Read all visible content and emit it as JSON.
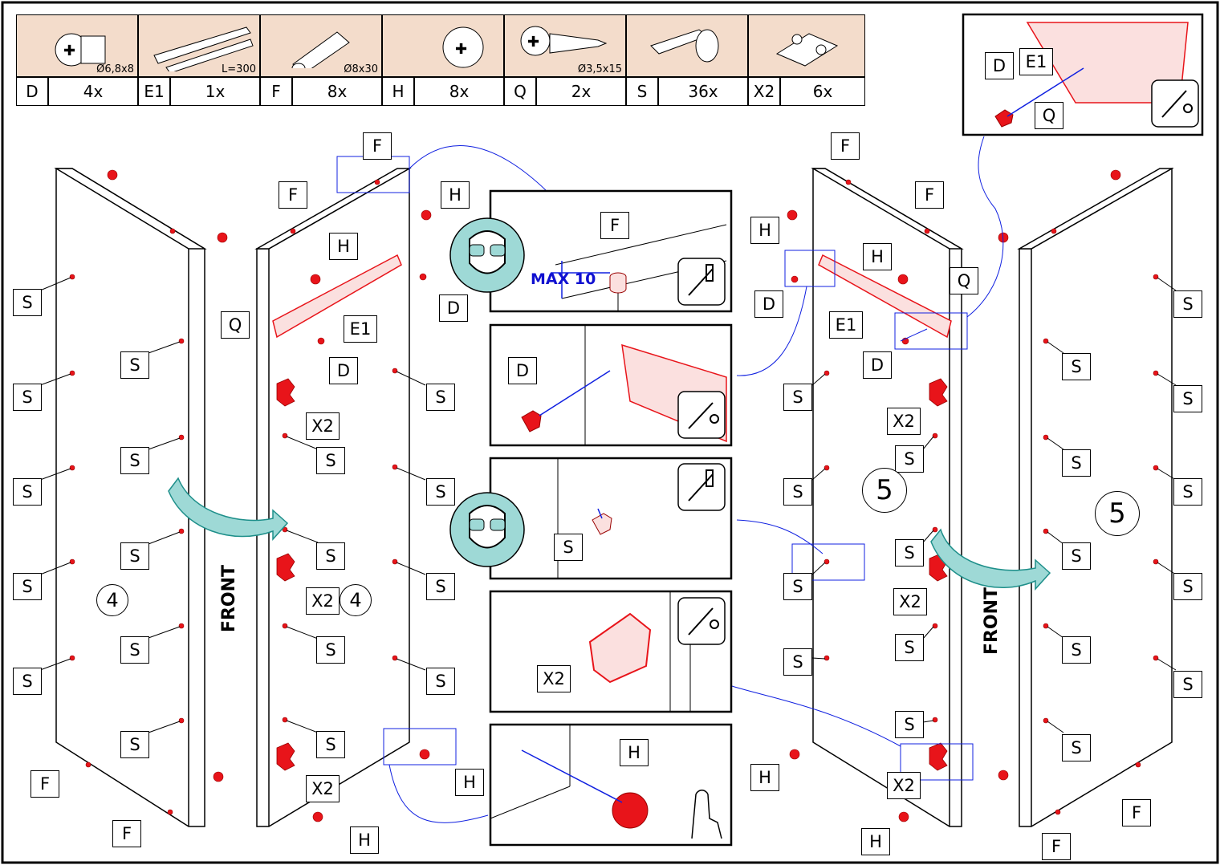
{
  "parts": [
    {
      "code": "D",
      "qty": "4x",
      "size": "Ø6,8x8",
      "icon": "cam-dowel-icon"
    },
    {
      "code": "E1",
      "qty": "1x",
      "size": "L=300",
      "icon": "drawer-runner-icon"
    },
    {
      "code": "F",
      "qty": "8x",
      "size": "Ø8x30",
      "icon": "wood-dowel-icon"
    },
    {
      "code": "H",
      "qty": "8x",
      "size": "",
      "icon": "cam-lock-icon"
    },
    {
      "code": "Q",
      "qty": "2x",
      "size": "Ø3,5x15",
      "icon": "screw-icon"
    },
    {
      "code": "S",
      "qty": "36x",
      "size": "",
      "icon": "shelf-pin-icon"
    },
    {
      "code": "X2",
      "qty": "6x",
      "size": "",
      "icon": "hinge-icon"
    }
  ],
  "labels": {
    "F": "F",
    "H": "H",
    "D": "D",
    "Q": "Q",
    "E1": "E1",
    "S": "S",
    "X2": "X2"
  },
  "steps": {
    "left": "4",
    "right": "5"
  },
  "front_text": "FRONT",
  "max_text": "MAX 10",
  "colors": {
    "accent_red": "#e8141a",
    "arrow_blue": "#1020e0",
    "teal": "#9ed9d6",
    "parts_bg": "#f3dccb"
  }
}
